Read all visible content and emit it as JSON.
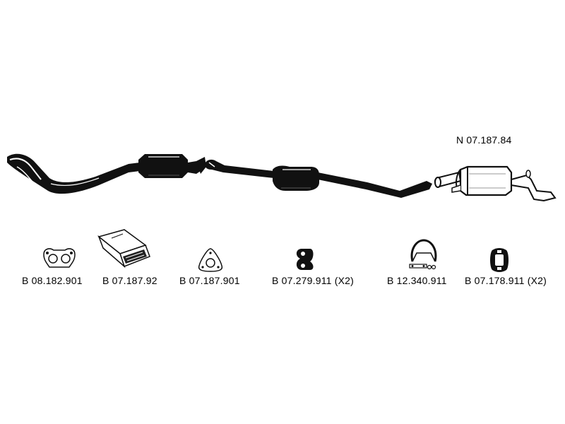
{
  "diagram": {
    "main_part_number": "N 07.187.84",
    "accessories": [
      {
        "label": "B 08.182.901",
        "icon": "gasket-icon"
      },
      {
        "label": "B 07.187.92",
        "icon": "mounting-kit-icon"
      },
      {
        "label": "B 07.187.901",
        "icon": "triangular-gasket-icon"
      },
      {
        "label": "B 07.279.911 (X2)",
        "icon": "rubber-hanger-icon"
      },
      {
        "label": "B 12.340.911",
        "icon": "pipe-clamp-icon"
      },
      {
        "label": "B 07.178.911 (X2)",
        "icon": "rubber-mount-icon"
      }
    ]
  }
}
